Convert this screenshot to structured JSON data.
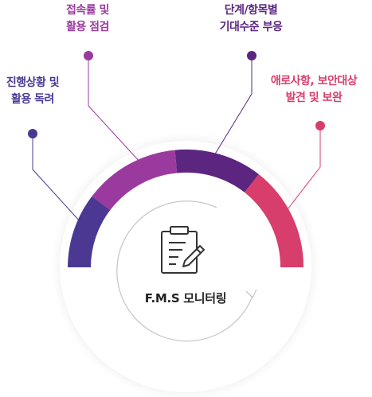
{
  "center": {
    "title": "F.M.S 모니터링",
    "icon": "clipboard-pencil-icon"
  },
  "items": [
    {
      "line1": "진행상황 및",
      "line2": "활용 독려",
      "color": "#4b3893"
    },
    {
      "line1": "접속률 및",
      "line2": "활용 점검",
      "color": "#9b3a9e"
    },
    {
      "line1": "단계/항목별",
      "line2": "기대수준 부응",
      "color": "#5b2580"
    },
    {
      "line1": "애로사항, 보안대상",
      "line2": "발견 및 보완",
      "color": "#d83e6b"
    }
  ]
}
